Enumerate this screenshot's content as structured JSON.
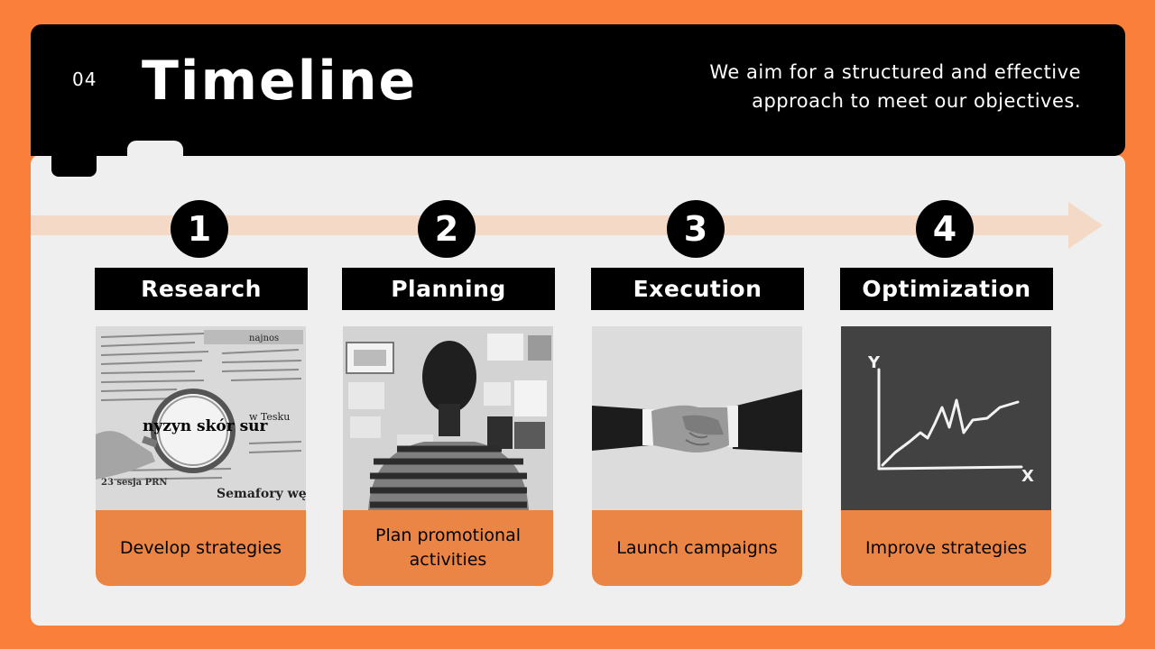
{
  "slide_number": "04",
  "title": "Timeline",
  "subtitle": "We aim for a structured and effective approach to meet our objectives.",
  "steps": [
    {
      "number": "1",
      "label": "Research",
      "description": "Develop strategies",
      "image": "magnifying-glass-newspaper-photo"
    },
    {
      "number": "2",
      "label": "Planning",
      "description": "Plan promotional activities",
      "image": "person-viewing-wall-board-photo"
    },
    {
      "number": "3",
      "label": "Execution",
      "description": "Launch campaigns",
      "image": "handshake-photo"
    },
    {
      "number": "4",
      "label": "Optimization",
      "description": "Improve strategies",
      "image": "chalkboard-growth-chart-photo"
    }
  ],
  "photo_texts": {
    "newspaper_headline": "nyzyn skór sur",
    "newspaper_word": "w Tesku",
    "newspaper_bottom": "Semafory wędr",
    "newspaper_footer": "23 sesja PRN",
    "newspaper_tag": "najnos",
    "chalk_y_axis": "Y",
    "chalk_x_axis": "X"
  },
  "colors": {
    "background": "#FA7F3A",
    "header": "#000000",
    "panel": "#EFEFEF",
    "arrow": "#F3D9C6",
    "card": "#EB8545"
  }
}
